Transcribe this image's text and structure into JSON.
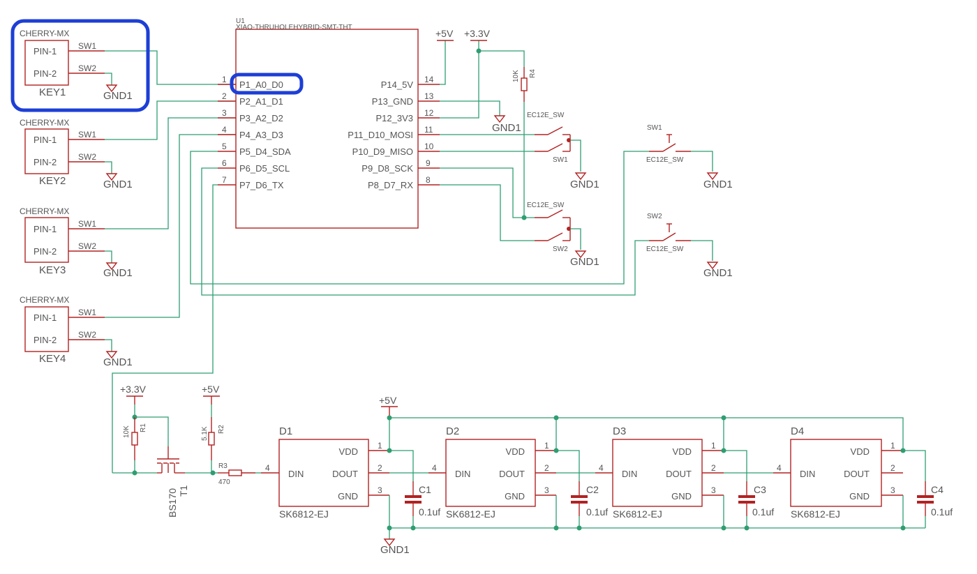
{
  "colors": {
    "part": "#b22222",
    "net": "#2e9e72",
    "highlight": "#1d3fd6",
    "text": "#555555"
  },
  "keys": [
    {
      "type": "CHERRY-MX",
      "pin1": "PIN-1",
      "pin2": "PIN-2",
      "sw1": "SW1",
      "sw2": "SW2",
      "gnd": "GND1",
      "name": "KEY1"
    },
    {
      "type": "CHERRY-MX",
      "pin1": "PIN-1",
      "pin2": "PIN-2",
      "sw1": "SW1",
      "sw2": "SW2",
      "gnd": "GND1",
      "name": "KEY2"
    },
    {
      "type": "CHERRY-MX",
      "pin1": "PIN-1",
      "pin2": "PIN-2",
      "sw1": "SW1",
      "sw2": "SW2",
      "gnd": "GND1",
      "name": "KEY3"
    },
    {
      "type": "CHERRY-MX",
      "pin1": "PIN-1",
      "pin2": "PIN-2",
      "sw1": "SW1",
      "sw2": "SW2",
      "gnd": "GND1",
      "name": "KEY4"
    }
  ],
  "mcu": {
    "ref": "U1",
    "value": "XIAO-THRUHOLEHYBRID-SMT-THT",
    "left_pins": [
      {
        "num": "1",
        "name": "P1_A0_D0"
      },
      {
        "num": "2",
        "name": "P2_A1_D1"
      },
      {
        "num": "3",
        "name": "P3_A2_D2"
      },
      {
        "num": "4",
        "name": "P4_A3_D3"
      },
      {
        "num": "5",
        "name": "P5_D4_SDA"
      },
      {
        "num": "6",
        "name": "P6_D5_SCL"
      },
      {
        "num": "7",
        "name": "P7_D6_TX"
      }
    ],
    "right_pins": [
      {
        "num": "14",
        "name": "P14_5V"
      },
      {
        "num": "13",
        "name": "P13_GND"
      },
      {
        "num": "12",
        "name": "P12_3V3"
      },
      {
        "num": "11",
        "name": "P11_D10_MOSI"
      },
      {
        "num": "10",
        "name": "P10_D9_MISO"
      },
      {
        "num": "9",
        "name": "P9_D8_SCK"
      },
      {
        "num": "8",
        "name": "P8_D7_RX"
      }
    ]
  },
  "power": {
    "v5": "+5V",
    "v33": "+3.3V",
    "gnd": "GND1"
  },
  "r4": {
    "ref": "R4",
    "value": "10K"
  },
  "encoders": [
    {
      "type": "EC12E_SW",
      "ref": "SW1"
    },
    {
      "type": "EC12E_SW",
      "ref": "SW2"
    }
  ],
  "buttons": [
    {
      "ref": "SW1",
      "type": "EC12E_SW"
    },
    {
      "ref": "SW2",
      "type": "EC12E_SW"
    }
  ],
  "r1": {
    "ref": "R1",
    "value": "10K"
  },
  "r2": {
    "ref": "R2",
    "value": "5.1K"
  },
  "r3": {
    "ref": "R3",
    "value": "470"
  },
  "t1": {
    "ref": "T1",
    "value": "BS170"
  },
  "leds": [
    {
      "ref": "D1",
      "value": "SK6812-EJ",
      "din": "DIN",
      "dout": "DOUT",
      "vdd": "VDD",
      "gnd": "GND",
      "p1": "1",
      "p2": "2",
      "p3": "3",
      "p4": "4"
    },
    {
      "ref": "D2",
      "value": "SK6812-EJ",
      "din": "DIN",
      "dout": "DOUT",
      "vdd": "VDD",
      "gnd": "GND",
      "p1": "1",
      "p2": "2",
      "p3": "3",
      "p4": "4"
    },
    {
      "ref": "D3",
      "value": "SK6812-EJ",
      "din": "DIN",
      "dout": "DOUT",
      "vdd": "VDD",
      "gnd": "GND",
      "p1": "1",
      "p2": "2",
      "p3": "3",
      "p4": "4"
    },
    {
      "ref": "D4",
      "value": "SK6812-EJ",
      "din": "DIN",
      "dout": "DOUT",
      "vdd": "VDD",
      "gnd": "GND",
      "p1": "1",
      "p2": "2",
      "p3": "3",
      "p4": "4"
    }
  ],
  "caps": [
    {
      "ref": "C1",
      "value": "0.1uf"
    },
    {
      "ref": "C2",
      "value": "0.1uf"
    },
    {
      "ref": "C3",
      "value": "0.1uf"
    },
    {
      "ref": "C4",
      "value": "0.1uf"
    }
  ]
}
